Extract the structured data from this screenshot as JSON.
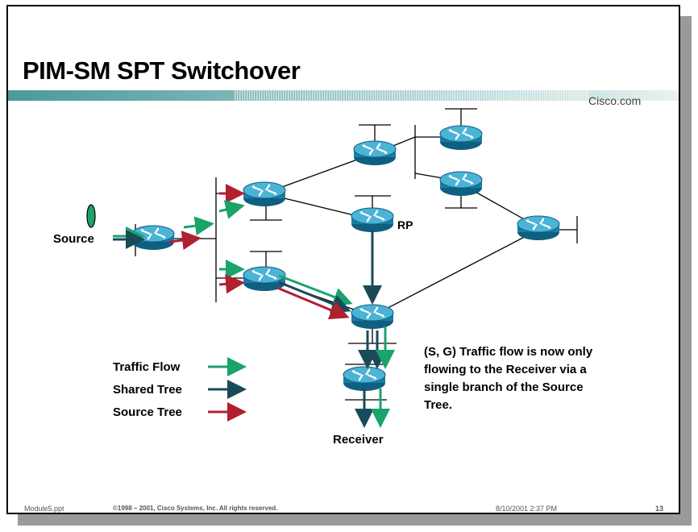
{
  "slide": {
    "title": "PIM-SM SPT Switchover",
    "brand": "Cisco.com"
  },
  "labels": {
    "source": "Source",
    "rp": "RP",
    "receiver": "Receiver"
  },
  "legend": [
    {
      "label": "Traffic Flow",
      "color": "#1aa36a"
    },
    {
      "label": "Shared Tree",
      "color": "#1a4a5a"
    },
    {
      "label": "Source Tree",
      "color": "#b02030"
    }
  ],
  "note": [
    "(S, G) Traffic flow is now only",
    "flowing to the Receiver via a",
    "single branch of the Source",
    "Tree."
  ],
  "footer": {
    "file": "Module5.ppt",
    "copyright": "©1998 – 2001, Cisco Systems, Inc. All rights reserved.",
    "date": "8/10/2001 2:37 PM",
    "page": "13"
  },
  "colors": {
    "router_fill": "#1b7ea6",
    "router_top": "#4bb3d6",
    "green": "#1aa36a",
    "teal": "#1a4a5a",
    "red": "#b02030"
  }
}
